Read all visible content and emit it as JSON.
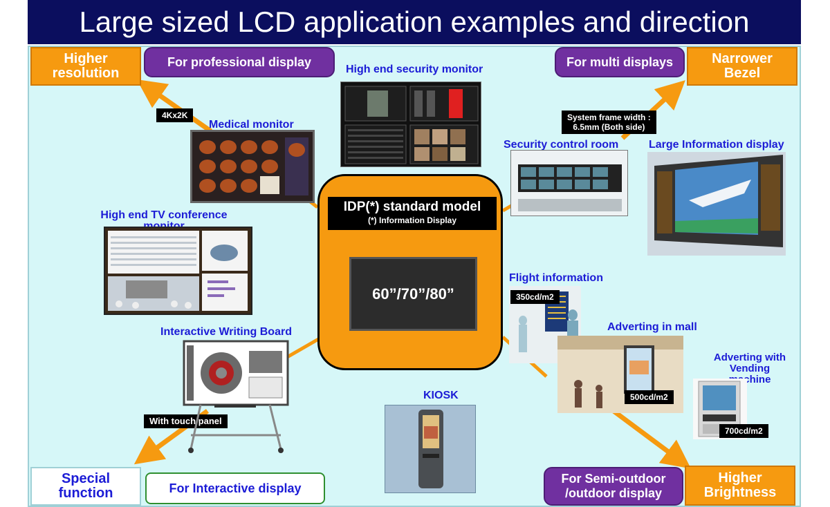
{
  "title": "Large sized LCD application examples and direction",
  "corners": {
    "higher_resolution": "Higher\nresolution",
    "narrower_bezel": "Narrower\nBezel",
    "special_function": "Special\nfunction",
    "higher_brightness": "Higher\nBrightness"
  },
  "pills": {
    "professional": "For professional display",
    "multi": "For multi displays",
    "interactive": "For Interactive display",
    "semi_outdoor": "For Semi-outdoor\n/outdoor  display"
  },
  "tags": {
    "fourk": "4Kx2K",
    "frame_width": "System frame  width :\n6.5mm (Both side)",
    "touch": "With touch panel",
    "cd350": "350cd/m2",
    "cd500": "500cd/m2",
    "cd700": "700cd/m2"
  },
  "labels": {
    "security_monitor": "High end security monitor",
    "medical": "Medical monitor",
    "security_room": "Security control room",
    "large_info": "Large Information display",
    "tv_conference": "High end TV conference\nmonitor",
    "writing_board": "Interactive  Writing Board",
    "flight": "Flight information",
    "mall": "Adverting  in mall",
    "vending": "Adverting with\nVending\nmachine",
    "kiosk": "KIOSK"
  },
  "center": {
    "title": "IDP(*) standard model",
    "subtitle": "(*) Information Display",
    "sizes": "60”/70”/80”"
  },
  "colors": {
    "title_bg": "#0b0e5e",
    "canvas_bg": "#d6f7f8",
    "orange": "#f69a10",
    "purple": "#7030a0",
    "label_blue": "#1c1cd6"
  }
}
